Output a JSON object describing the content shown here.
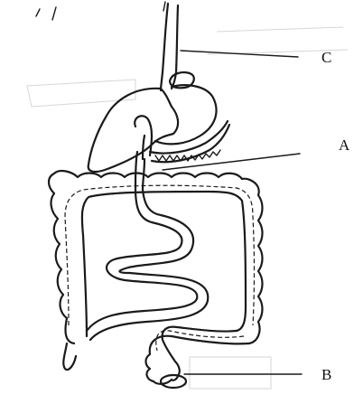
{
  "diagram": {
    "labels": [
      {
        "id": "C",
        "text": "C"
      },
      {
        "id": "A",
        "text": "A"
      },
      {
        "id": "B",
        "text": "B"
      }
    ]
  }
}
